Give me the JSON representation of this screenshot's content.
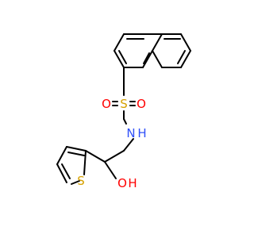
{
  "molecule": {
    "atoms": {
      "S_sulfonyl": {
        "label": "S",
        "color": "#D6A100"
      },
      "O_left": {
        "label": "O",
        "color": "#FF0000"
      },
      "O_right": {
        "label": "O",
        "color": "#FF0000"
      },
      "N": {
        "label": "N",
        "color": "#3050F8"
      },
      "H_on_N": {
        "label": "H",
        "color": "#3050F8"
      },
      "O_hydroxyl": {
        "label": "O",
        "color": "#FF0000"
      },
      "H_on_O": {
        "label": "H",
        "color": "#FF0000"
      },
      "S_thiophene": {
        "label": "S",
        "color": "#D6A100"
      }
    },
    "bond_color": "#000000",
    "background": "#ffffff"
  }
}
